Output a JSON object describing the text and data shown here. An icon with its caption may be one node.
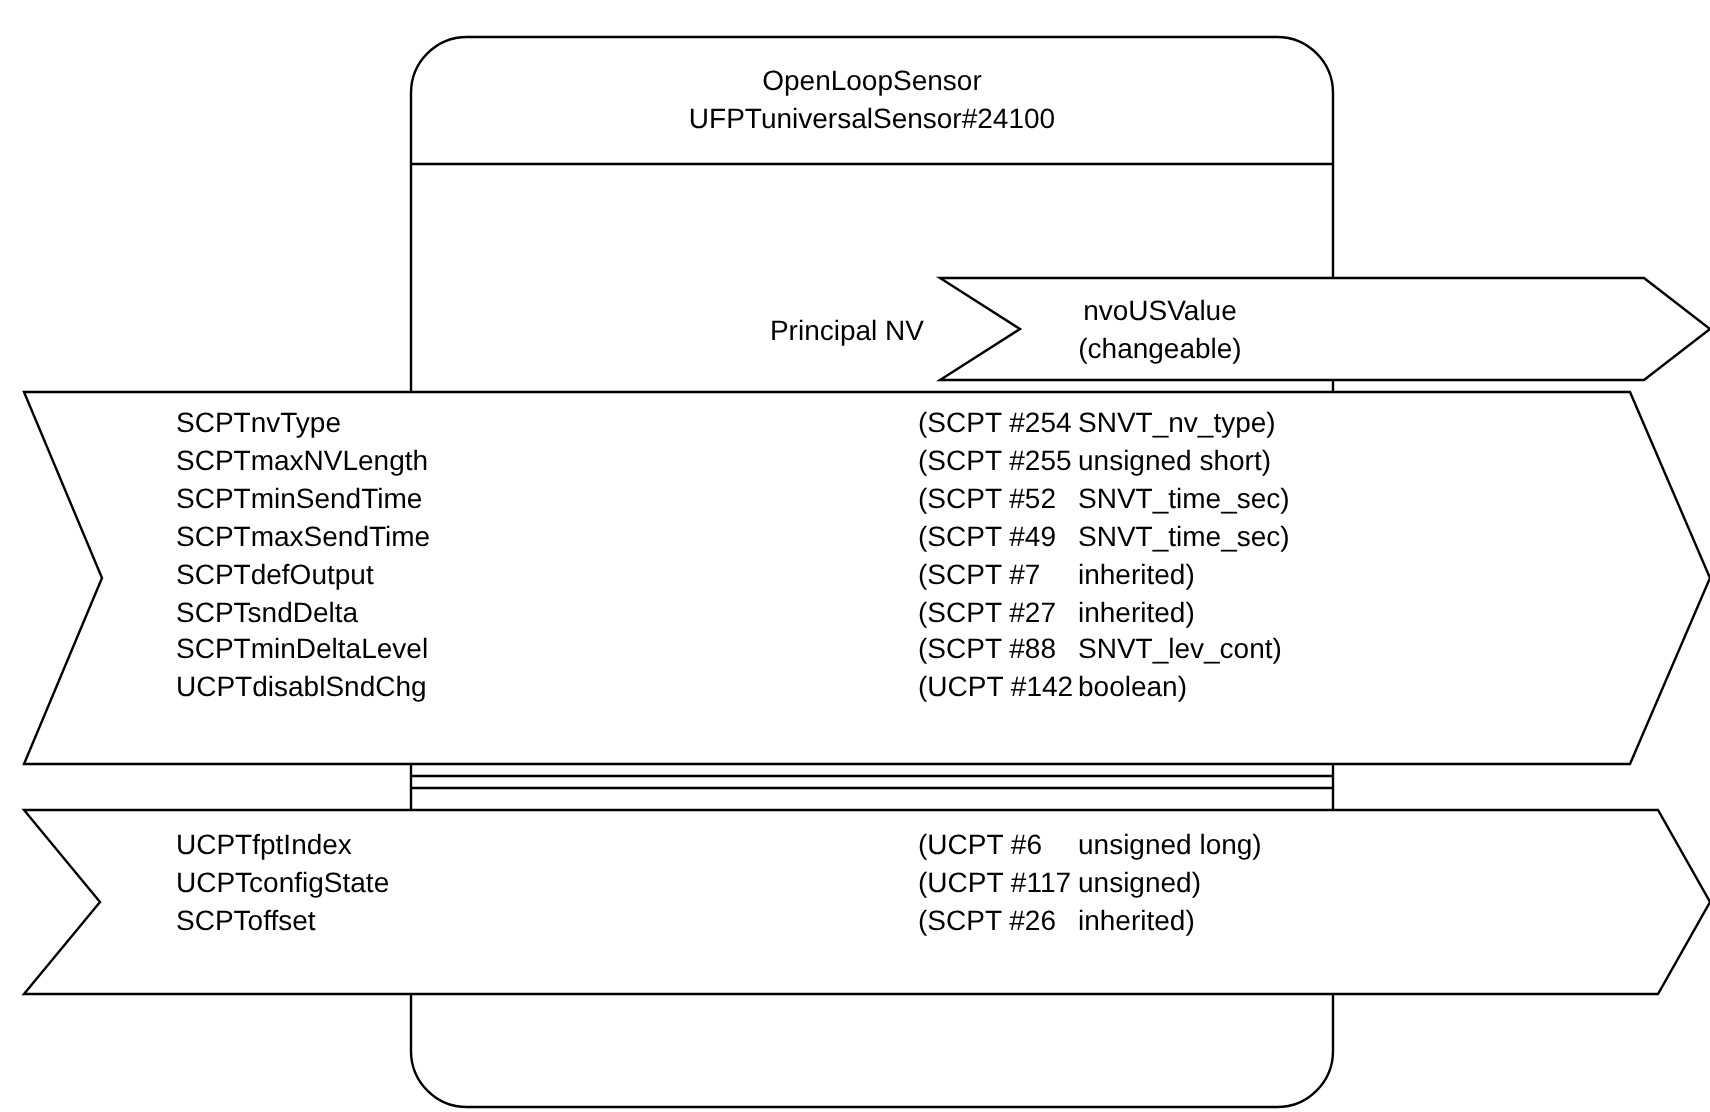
{
  "diagram": {
    "nodes": [
      {
        "text": [
          "OpenLoopSensor",
          "UFPTuniversalSensor#24100"
        ]
      },
      {
        "text": [
          "nvoUSValue (changeable)"
        ],
        "beside": [
          "Principal NV"
        ]
      },
      {
        "text": [
          "SCPTnvType",
          "(SCPT #254",
          "SNVT_nv_type)",
          "SCPTmaxNVLength",
          "(SCPT #255",
          "unsigned short)",
          "SCPTminSendTime",
          "(SCPT #52",
          "SNVT_time_sec)",
          "SCPTmaxSendTime",
          "(SCPT #49",
          "SNVT_time_sec)",
          "SCPTdefOutput",
          "(SCPT #7",
          "inherited)",
          "SCPTsndDelta",
          "(SCPT #27",
          "inherited)",
          "SCPTminDeltaLevel",
          "(SCPT #88",
          "SNVT_lev_cont)",
          "UCPTdisablSndChg",
          "(UCPT #142",
          "boolean)"
        ]
      },
      {
        "text": [
          "UCPTfptIndex",
          "(UCPT #6",
          "unsigned long)",
          "UCPTconfigState",
          "(UCPT #117",
          "unsigned)",
          "SCPToffset",
          "(SCPT #26",
          "inherited)"
        ]
      }
    ]
  }
}
